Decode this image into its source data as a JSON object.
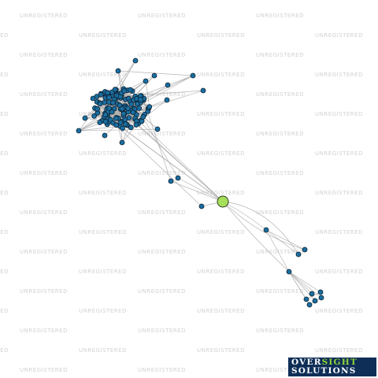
{
  "watermark": {
    "text": "UNREGISTERED"
  },
  "graph": {
    "colors": {
      "node": "#1a6ea0",
      "hub": "#a6e05a",
      "edge": "#a8a8a8"
    },
    "visible_node_count_estimate": 150
  },
  "logo": {
    "line1_a": "OVER",
    "line1_b": "SIGHT",
    "line2": "SOLUTIONS"
  }
}
